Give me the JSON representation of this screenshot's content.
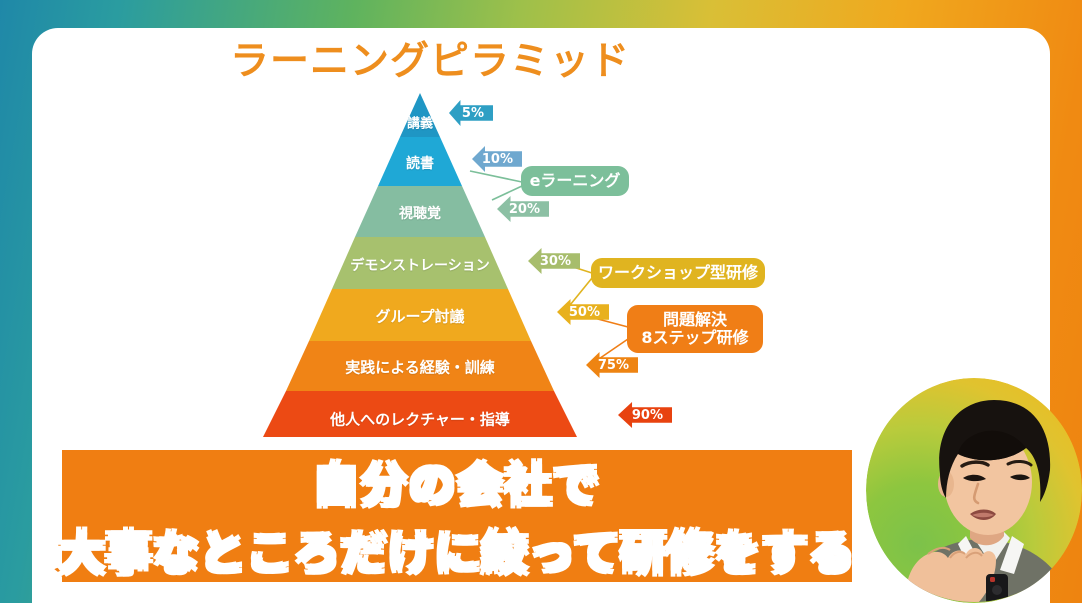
{
  "slide": {
    "title": "ラーニングピラミッド",
    "background_gradient": [
      "#1f88a8",
      "#5fb35e",
      "#d9bf36",
      "#f08a12"
    ],
    "card_color": "#ffffff"
  },
  "pyramid": {
    "layers": [
      {
        "label": "講義",
        "percent": "5%",
        "color": "#1f96c4",
        "arrow_color": "#2e9fc4"
      },
      {
        "label": "読書",
        "percent": "10%",
        "color": "#1fA8D6",
        "arrow_color": "#6fa8cf"
      },
      {
        "label": "視聴覚",
        "percent": "20%",
        "color": "#85bda1",
        "arrow_color": "#8cc0a4"
      },
      {
        "label": "デモンストレーション",
        "percent": "30%",
        "color": "#a7c16e",
        "arrow_color": "#a7bd6c"
      },
      {
        "label": "グループ討議",
        "percent": "50%",
        "color": "#f0a91e",
        "arrow_color": "#e8b11e"
      },
      {
        "label": "実践による経験・訓練",
        "percent": "75%",
        "color": "#f08416",
        "arrow_color": "#ee8412"
      },
      {
        "label": "他人へのレクチャー・指導",
        "percent": "90%",
        "color": "#ec4a14",
        "arrow_color": "#e8420f"
      }
    ]
  },
  "callouts": [
    {
      "label": "eラーニング",
      "color": "#7cbf9a"
    },
    {
      "label": "ワークショップ型研修",
      "color": "#e0b420"
    },
    {
      "label": "問題解決",
      "label2": "8ステップ研修",
      "color": "#f07e16"
    }
  ],
  "banner": {
    "line1": "自分の会社で",
    "line2": "大事なところだけに絞って研修をする",
    "background": "#F07E12",
    "text_color": "#ffffff"
  },
  "presenter": {
    "description": "presenter-video-bubble"
  }
}
